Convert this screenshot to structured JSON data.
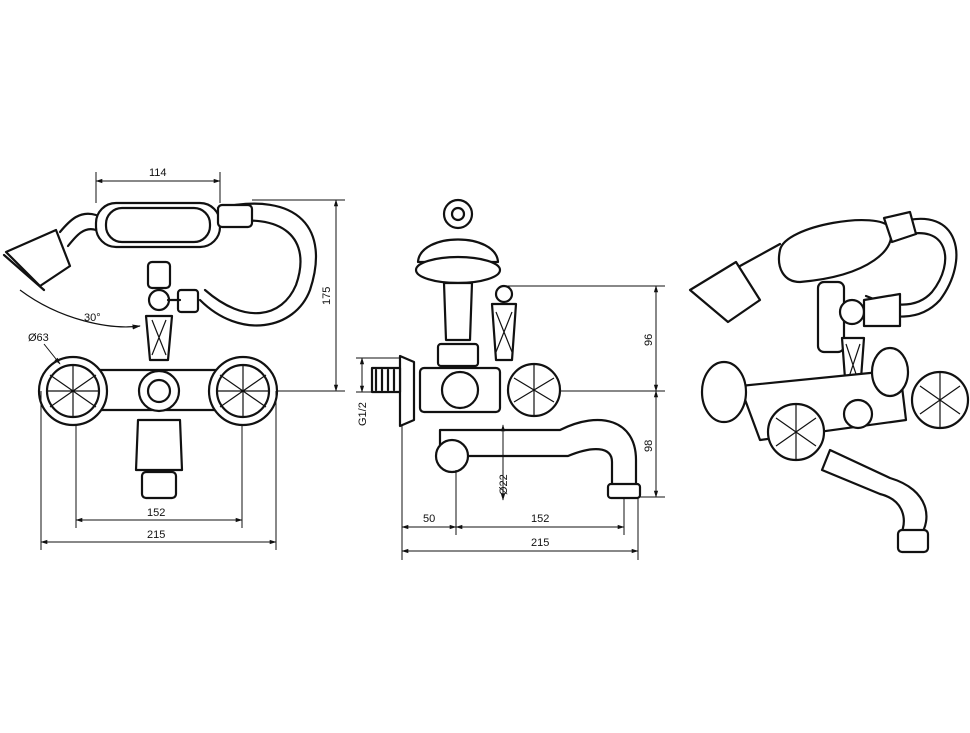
{
  "dimensions": {
    "front_handset_width": "114",
    "front_knob_diameter": "Ø63",
    "front_handset_angle": "30°",
    "front_total_height": "175",
    "front_inner_width": "152",
    "front_outer_width": "215",
    "side_upper_height": "96",
    "side_lower_height": "98",
    "side_thread": "G1/2",
    "side_spout_diameter": "Ø22",
    "side_wall_offset": "50",
    "side_spout_reach": "152",
    "side_total_depth": "215"
  },
  "colors": {
    "line": "#111111",
    "background": "#ffffff"
  }
}
